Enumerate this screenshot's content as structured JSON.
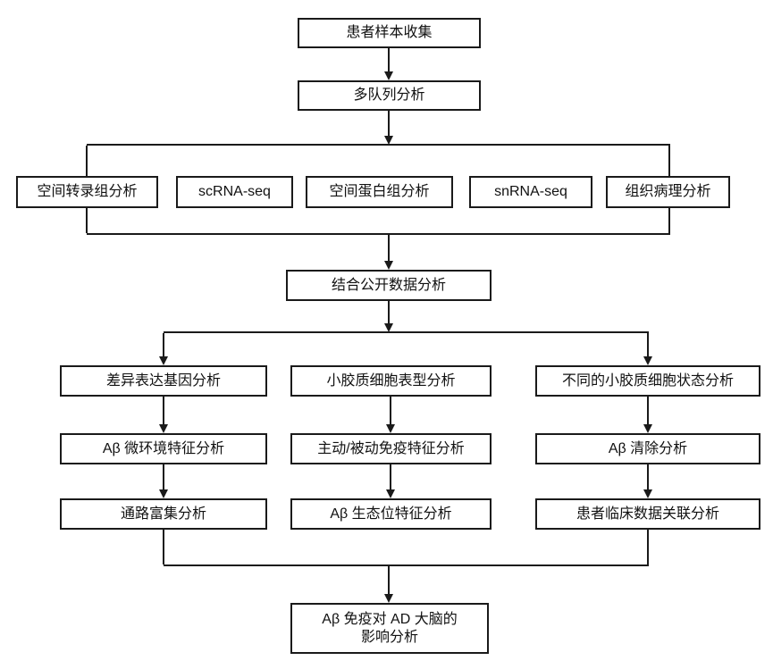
{
  "diagram": {
    "top": {
      "patient_sample": "患者样本收集",
      "multi_cohort": "多队列分析"
    },
    "modalities": [
      "空间转录组分析",
      "scRNA-seq",
      "空间蛋白组分析",
      "snRNA-seq",
      "组织病理分析"
    ],
    "integration": "结合公开数据分析",
    "columns": {
      "left": [
        "差异表达基因分析",
        "Aβ 微环境特征分析",
        "通路富集分析"
      ],
      "middle": [
        "小胶质细胞表型分析",
        "主动/被动免疫特征分析",
        "Aβ 生态位特征分析"
      ],
      "right": [
        "不同的小胶质细胞状态分析",
        "Aβ 清除分析",
        "患者临床数据关联分析"
      ]
    },
    "final": {
      "line1": "Aβ 免疫对 AD 大脑的",
      "line2": "影响分析"
    }
  },
  "colors": {
    "background": "#ffffff",
    "box_fill": "#ffffff",
    "box_border": "#1a1a1a",
    "line": "#1a1a1a",
    "text": "#111111"
  }
}
